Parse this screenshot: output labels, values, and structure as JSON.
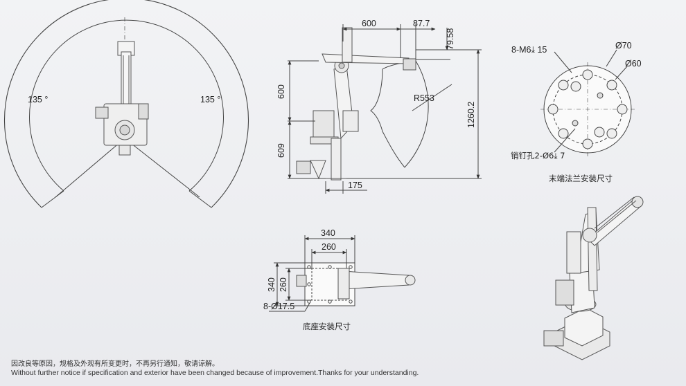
{
  "top_view": {
    "angle_left": "135 °",
    "angle_right": "135 °"
  },
  "side_view": {
    "dim_reach": "600",
    "dim_offset": "87.7",
    "dim_flange_height": "79.58",
    "dim_upper_arm": "600",
    "dim_base_height": "609",
    "dim_total_height": "1260.2",
    "dim_base_offset": "175",
    "radius_label": "R553"
  },
  "flange_view": {
    "thread_label": "8-M6⤓ 15",
    "outer_dia": "Ø70",
    "pcd_dia": "Ø60",
    "pin_label": "销钉孔2-Ø6⤓ 7",
    "caption": "末端法兰安装尺寸"
  },
  "base_view": {
    "width_outer": "340",
    "width_inner": "260",
    "height_outer": "340",
    "height_inner": "260",
    "holes_label": "8-Ø17.5",
    "caption": "底座安装尺寸"
  },
  "notice": {
    "cn": "因改良等原因，规格及外观有所变更时，不再另行通知，敬请谅解。",
    "en": "Without further notice if specification and exterior have been changed because of improvement.Thanks for your understanding."
  }
}
